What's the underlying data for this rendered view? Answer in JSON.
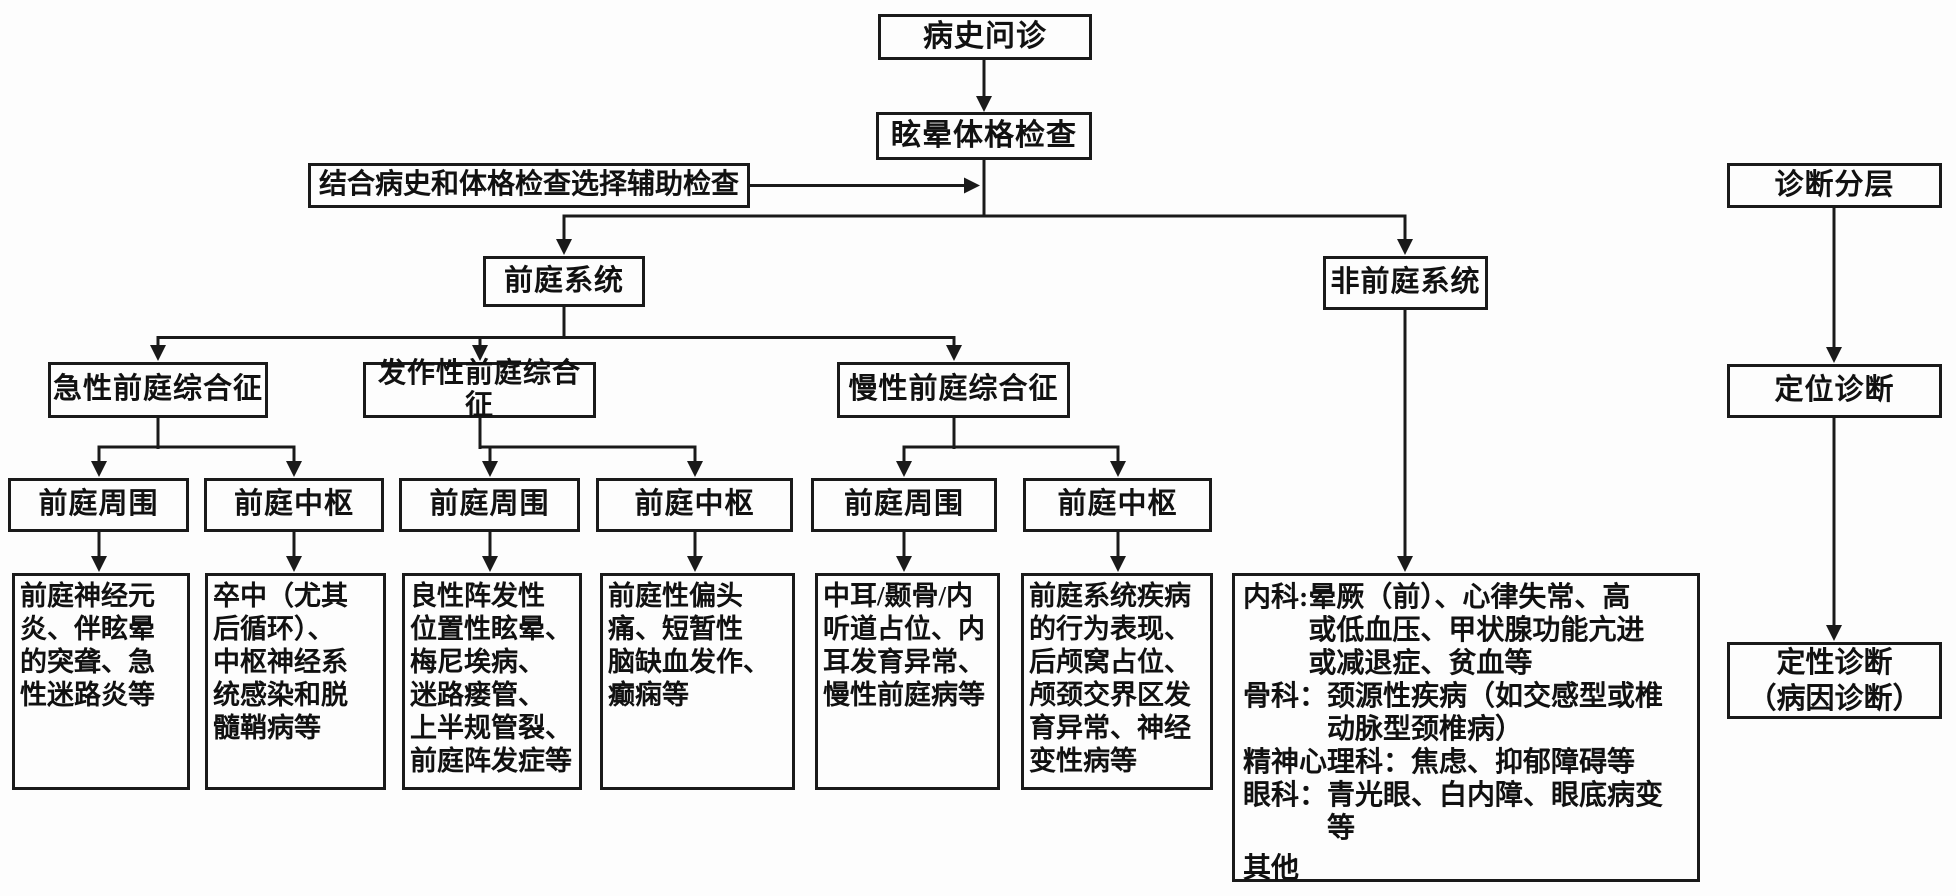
{
  "nodes": {
    "history": "病史问诊",
    "physical_exam": "眩晕体格检查",
    "aux_exam": "结合病史和体格检查选择辅助检查",
    "vestibular_system": "前庭系统",
    "non_vestibular_system": "非前庭系统",
    "acute_syndrome": "急性前庭综合征",
    "episodic_syndrome": "发作性前庭综合征",
    "chronic_syndrome": "慢性前庭综合征",
    "diagnosis_stratification": "诊断分层",
    "localization_diagnosis": "定位诊断",
    "qualitative_diagnosis_line1": "定性诊断",
    "qualitative_diagnosis_line2": "（病因诊断）"
  },
  "subtype_boxes": [
    {
      "label": "前庭周围",
      "diseases": "前庭神经元\n炎、伴眩晕\n的突聋、急\n性迷路炎等"
    },
    {
      "label": "前庭中枢",
      "diseases": "卒中（尤其\n后循环）、\n中枢神经系\n统感染和脱\n髓鞘病等"
    },
    {
      "label": "前庭周围",
      "diseases": "良性阵发性\n位置性眩晕、\n梅尼埃病、\n迷路瘘管、\n上半规管裂、\n前庭阵发症等"
    },
    {
      "label": "前庭中枢",
      "diseases": "前庭性偏头\n痛、短暂性\n脑缺血发作、\n癫痫等"
    },
    {
      "label": "前庭周围",
      "diseases": "中耳/颞骨/内\n听道占位、内\n耳发育异常、\n慢性前庭病等"
    },
    {
      "label": "前庭中枢",
      "diseases": "前庭系统疾病\n的行为表现、\n后颅窝占位、\n颅颈交界区发\n育异常、神经\n变性病等"
    }
  ],
  "non_vestibular_departments": [
    {
      "label": "内科:",
      "text": "晕厥（前）、心律失常、高\n或低血压、甲状腺功能亢进\n或减退症、贫血等"
    },
    {
      "label": "骨科：",
      "text": "颈源性疾病（如交感型或椎\n动脉型颈椎病）"
    },
    {
      "label": "精神心理科：",
      "text": "焦虑、抑郁障碍等"
    },
    {
      "label": "眼科：",
      "text": "青光眼、白内障、眼底病变\n等"
    },
    {
      "label": "其他",
      "text": ""
    }
  ],
  "colors": {
    "line": "#1a1a1a",
    "background": "#fdfdfd"
  }
}
